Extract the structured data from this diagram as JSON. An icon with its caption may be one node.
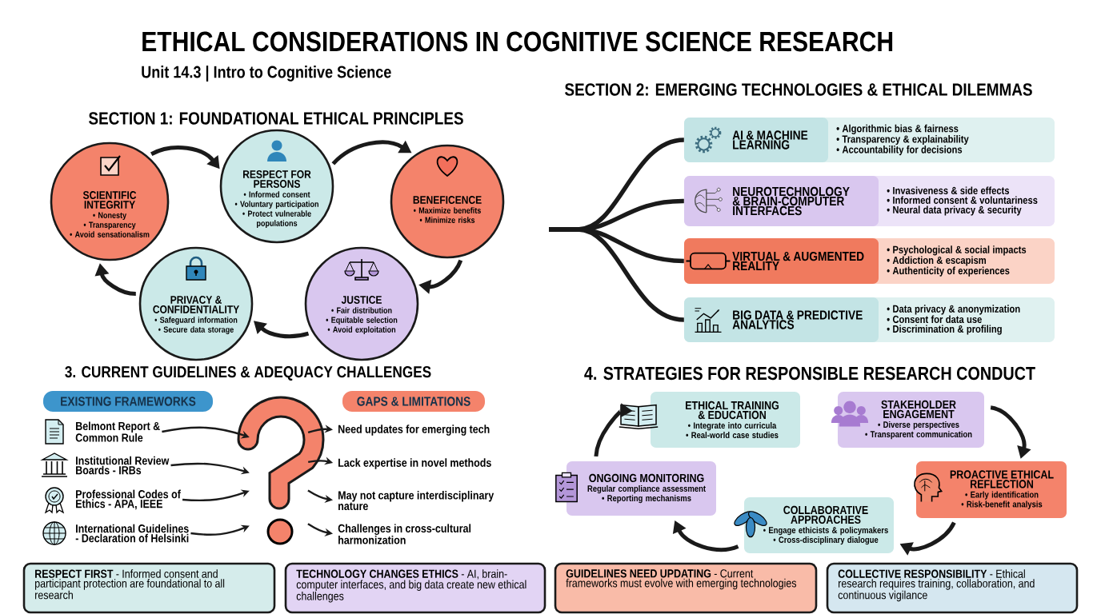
{
  "diagram": {
    "title": "ETHICAL CONSIDERATIONS IN COGNITIVE SCIENCE RESEARCH",
    "nodes": [
      {
        "text": [
          "SCIENTIFIC INTEGRITY",
          "• Nonesty",
          "• Transparency",
          "• Avoid sensationalism"
        ]
      },
      {
        "text": [
          "RESPECT FOR PERSONS",
          "• Informed consent",
          "• Voluntary participation",
          "• Protect vulnerable populations"
        ]
      },
      {
        "text": [
          "BENEFICENCE",
          "• Maximize benefits",
          "• Minimize risks"
        ]
      },
      {
        "text": [
          "JUSTICE",
          "• Fair distribution",
          "• Equitable selection",
          "• Avoid exploitation"
        ]
      },
      {
        "text": [
          "PRIVACY & CONFIDENTIALITY",
          "• Safeguard information",
          "• Secure data storage"
        ]
      },
      {
        "text": [
          "AI & MACHINE LEARNING",
          "• Algorithmic bias & fairness",
          "• Transparency & explainability",
          "• Accountability for decisions"
        ]
      },
      {
        "text": [
          "NEUROTECHNOLOGY & BRAIN-COMPUTER INTERFACES",
          "• Invasiveness & side effects",
          "• Informed consent & voluntariness",
          "• Neural data privacy & security"
        ]
      },
      {
        "text": [
          "VIRTUAL & AUGMENTED REALITY",
          "• Psychological & social impacts",
          "• Addiction & escapism",
          "• Authenticity of experiences"
        ]
      },
      {
        "text": [
          "BIG DATA & PREDICTIVE ANALYTICS",
          "• Data privacy & anonymization",
          "• Consent for data use",
          "• Discrimination & profiling"
        ]
      },
      {
        "text": [
          "EXISTING FRAMEWORKS"
        ]
      },
      {
        "text": [
          "GAPS & LIMITATIONS"
        ]
      },
      {
        "text": [],
        "shape": "picture"
      },
      {
        "text": [
          "Belmont Report & Common Rule"
        ]
      },
      {
        "text": [
          "Institutional Review Boards - IRBs"
        ]
      },
      {
        "text": [
          "Professional Codes of Ethics - APA, IEEE"
        ]
      },
      {
        "text": [
          "International Guidelines - Declaration of Helsinki"
        ]
      },
      {
        "text": [
          "Need updates for emerging tech"
        ]
      },
      {
        "text": [
          "Lack expertise in novel methods"
        ]
      },
      {
        "text": [
          "May not capture interdisciplinary nature"
        ]
      },
      {
        "text": [
          "Challenges in cross-cultural harmonization"
        ]
      },
      {
        "text": [
          "ETHICAL TRAINING & EDUCATION",
          "• Integrate into curricula",
          "• Real-world case studies"
        ]
      },
      {
        "text": [
          "STAKEHOLDER ENGAGEMENT",
          "• Diverse perspectives",
          "• Transparent communication"
        ]
      },
      {
        "text": [
          "PROACTIVE ETHICAL REFLECTION",
          "• Early identification",
          "• Risk-benefit analysis"
        ]
      },
      {
        "text": [
          "COLLABORATIVE APPROACHES",
          "• Engage ethicists & policymakers",
          "• Cross-disciplinary dialogue"
        ]
      },
      {
        "text": [
          "ONGOING MONITORING",
          "Regular compliance assessment",
          "• Reporting mechanisms"
        ]
      },
      {
        "text": [
          "**RESPECT FIRST** - Informed consent and participant protection are foundational to all research"
        ]
      },
      {
        "text": [
          "**TECHNOLOGY CHANGES ETHICS** - AI, brain-computer interfaces, and big data create new ethical challenges"
        ]
      },
      {
        "text": [
          "**GUIDELINES NEED UPDATING** - Current frameworks must evolve with emerging technologies"
        ]
      },
      {
        "text": [
          "**COLLECTIVE RESPONSIBILITY** - Ethical research requires training, collaboration, and continuous vigilance"
        ]
      }
    ],
    "edges": [
      {
        "from": 0,
        "to": 1,
        "arrow": "to"
      },
      {
        "from": 1,
        "to": 2,
        "arrow": "to"
      },
      {
        "from": 2,
        "to": 3,
        "arrow": "to"
      },
      {
        "from": 3,
        "to": 4,
        "arrow": "to"
      },
      {
        "from": 4,
        "to": 0,
        "arrow": "to"
      },
      {
        "from": null,
        "to": 5,
        "arrow": "none"
      },
      {
        "from": null,
        "to": 6,
        "arrow": "none"
      },
      {
        "from": null,
        "to": 7,
        "arrow": "none"
      },
      {
        "from": null,
        "to": 8,
        "arrow": "none"
      },
      {
        "from": 12,
        "to": 11,
        "arrow": "to"
      },
      {
        "from": 13,
        "to": 11,
        "arrow": "to"
      },
      {
        "from": 14,
        "to": 11,
        "arrow": "to"
      },
      {
        "from": 15,
        "to": 11,
        "arrow": "to"
      },
      {
        "from": 11,
        "to": 16,
        "arrow": "to"
      },
      {
        "from": 11,
        "to": 17,
        "arrow": "to"
      },
      {
        "from": 11,
        "to": 18,
        "arrow": "to"
      },
      {
        "from": 11,
        "to": 19,
        "arrow": "to"
      },
      {
        "from": 21,
        "to": 22,
        "arrow": "to"
      },
      {
        "from": 22,
        "to": 23,
        "arrow": "to"
      },
      {
        "from": 23,
        "to": 24,
        "arrow": "to"
      },
      {
        "from": 24,
        "to": 20,
        "arrow": "to"
      }
    ],
    "labels": [
      "Unit 14.3 | Intro to Cognitive Science",
      "SECTION 2: EMERGING TECHNOLOGIES & ETHICAL DILEMMAS",
      "SECTION 1: FOUNDATIONAL ETHICAL PRINCIPLES",
      "3. CURRENT GUIDELINES & ADEQUACY CHALLENGES",
      "4. STRATEGIES FOR RESPONSIBLE RESEARCH CONDUCT"
    ]
  }
}
